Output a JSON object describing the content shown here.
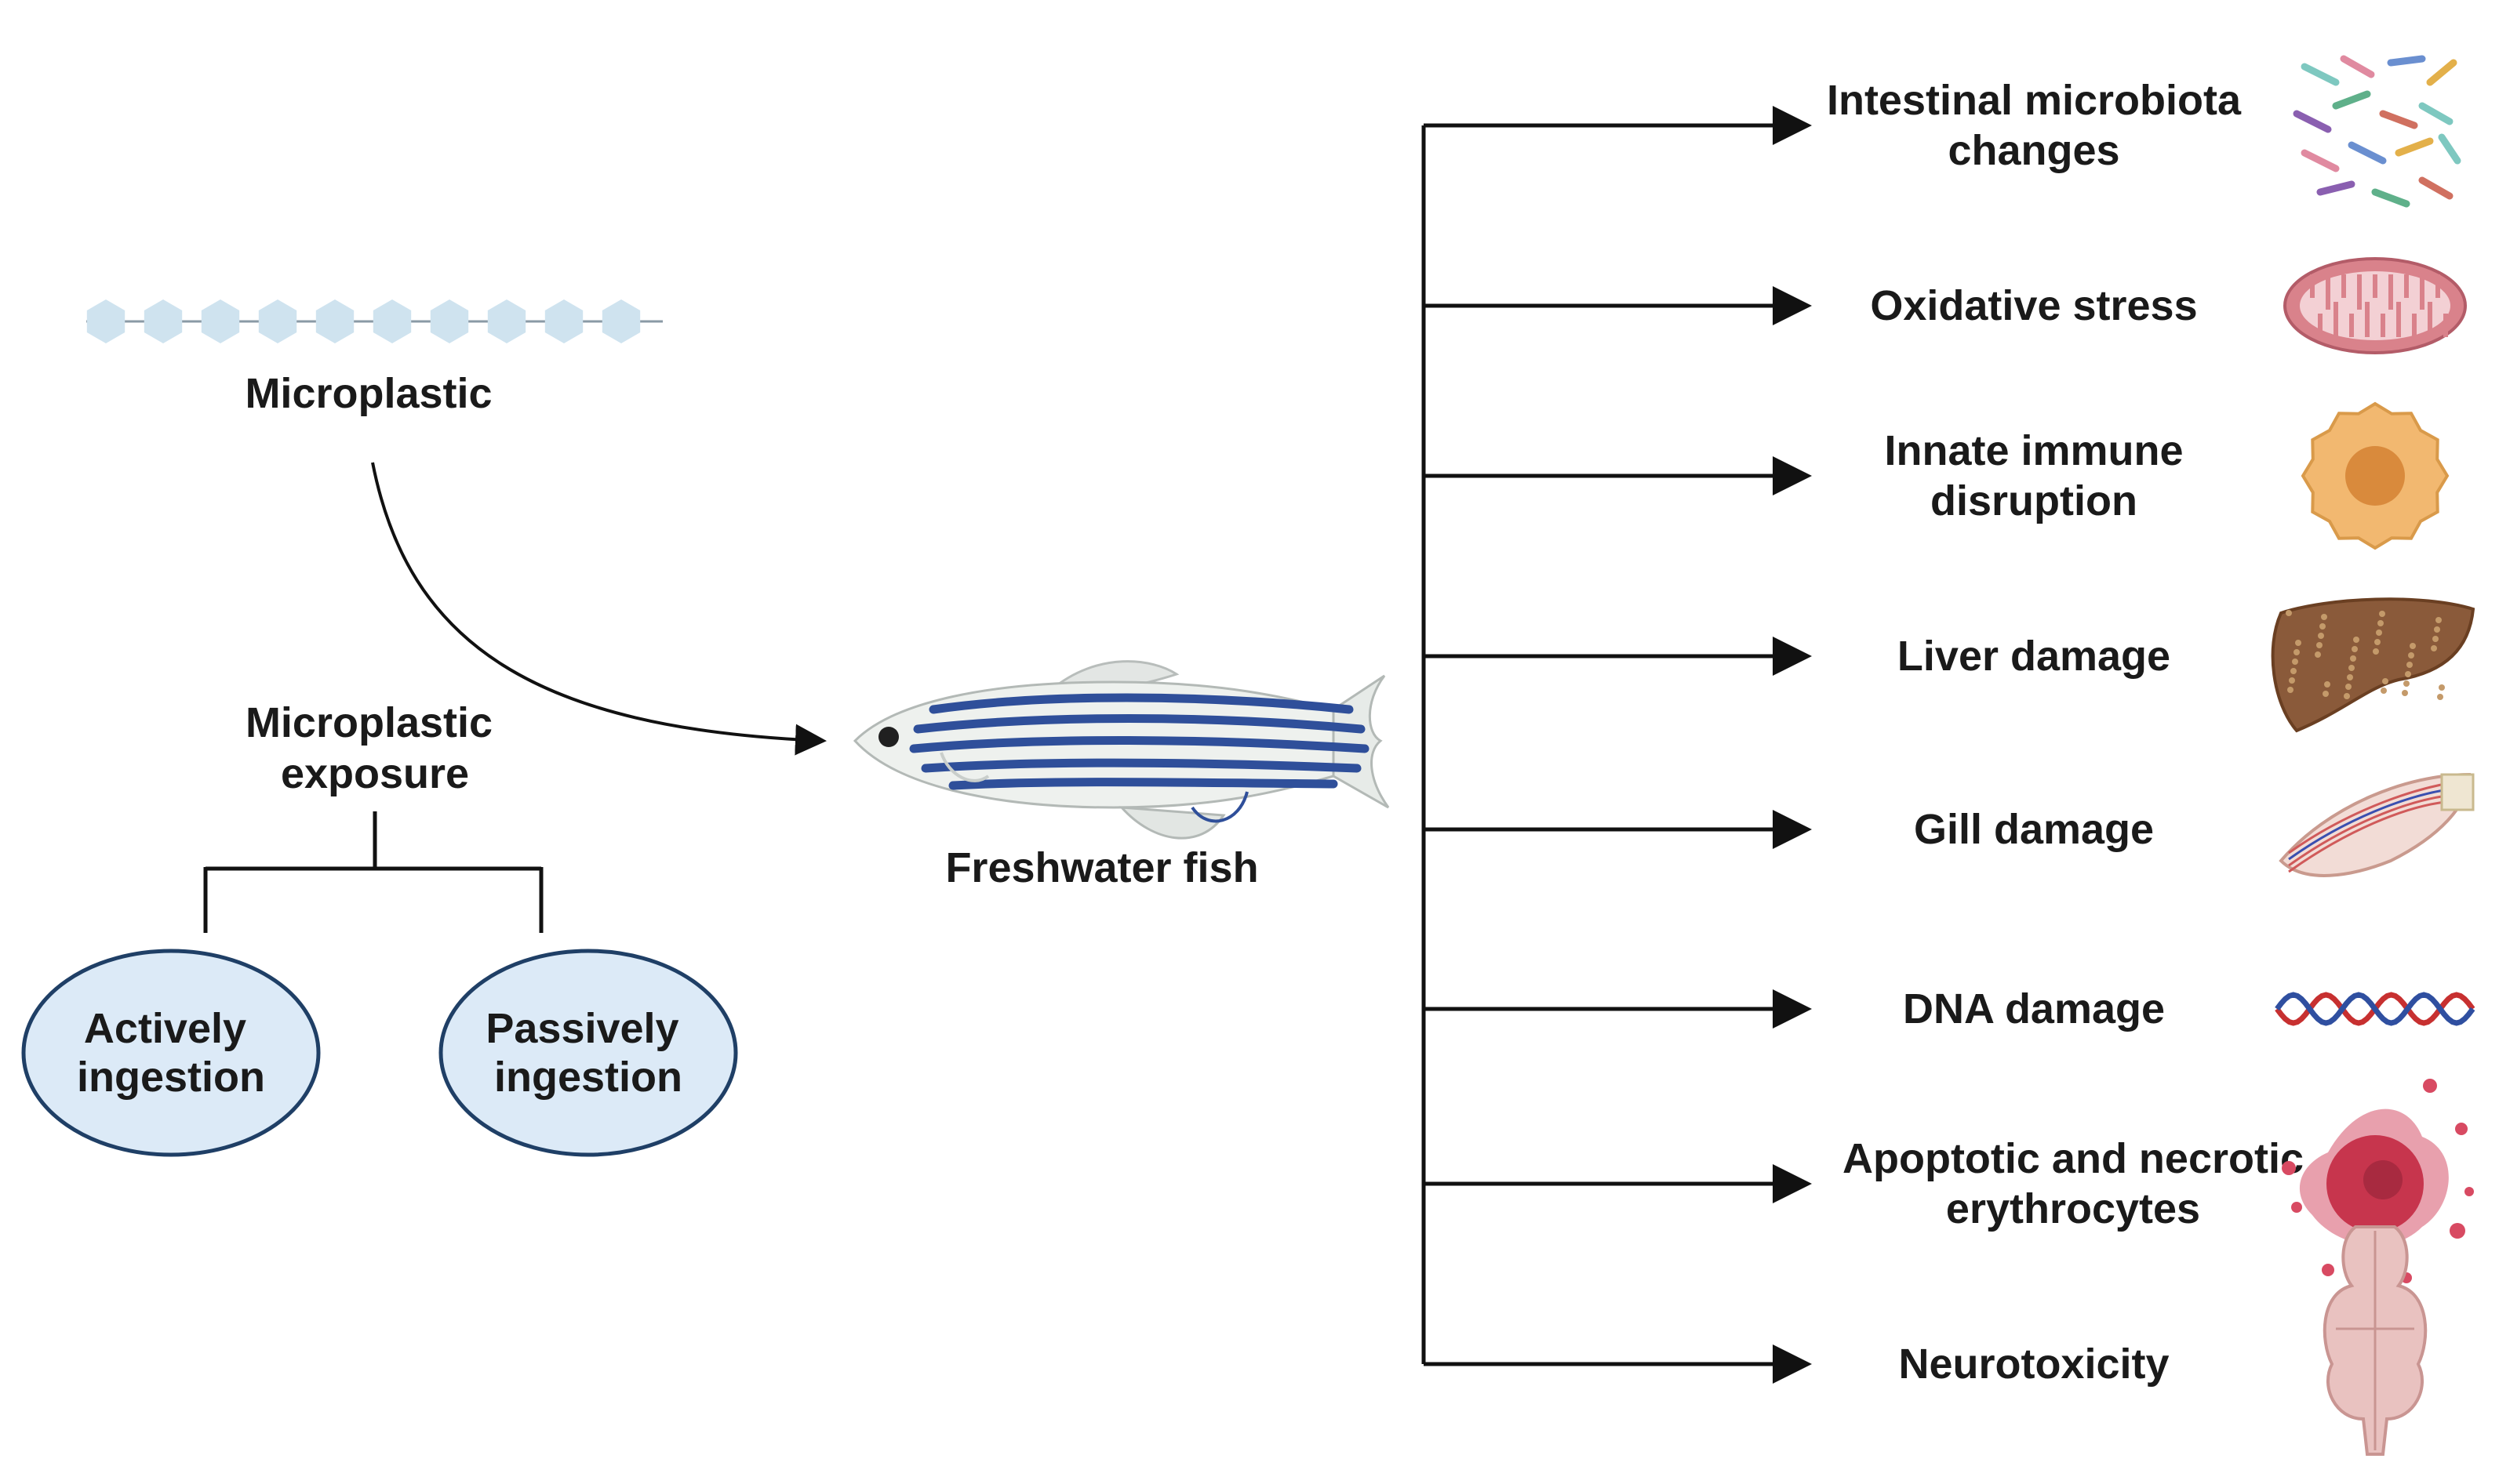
{
  "source": {
    "label": "Microplastic"
  },
  "exposure": {
    "label_lines": [
      "Microplastic",
      "exposure"
    ],
    "routes": [
      {
        "lines": [
          "Actively",
          "ingestion"
        ]
      },
      {
        "lines": [
          "Passively",
          "ingestion"
        ]
      }
    ]
  },
  "organism": {
    "label": "Freshwater fish",
    "icon": "zebrafish-icon"
  },
  "effects": [
    {
      "lines": [
        "Intestinal microbiota",
        "changes"
      ],
      "icon": "bacteria-icon"
    },
    {
      "lines": [
        "Oxidative stress"
      ],
      "icon": "mitochondrion-icon"
    },
    {
      "lines": [
        "Innate immune",
        "disruption"
      ],
      "icon": "immune-cell-icon"
    },
    {
      "lines": [
        "Liver damage"
      ],
      "icon": "liver-icon"
    },
    {
      "lines": [
        "Gill damage"
      ],
      "icon": "gill-icon"
    },
    {
      "lines": [
        "DNA damage"
      ],
      "icon": "dna-icon"
    },
    {
      "lines": [
        "Apoptotic and necrotic",
        "erythrocytes"
      ],
      "icon": "damaged-erythrocyte-icon"
    },
    {
      "lines": [
        "Neurotoxicity"
      ],
      "icon": "brain-icon"
    }
  ],
  "colors": {
    "ellipse_fill": "#dceaf7",
    "ellipse_stroke": "#1f3f66",
    "bead": "#cfe3ef",
    "fish_stripe": "#2f4f9a",
    "mitochondrion": "#d9828b",
    "immune_cell": "#f2b870",
    "liver": "#8a5a3a",
    "brain": "#e9c2c0",
    "erythrocyte": "#c7354d"
  }
}
